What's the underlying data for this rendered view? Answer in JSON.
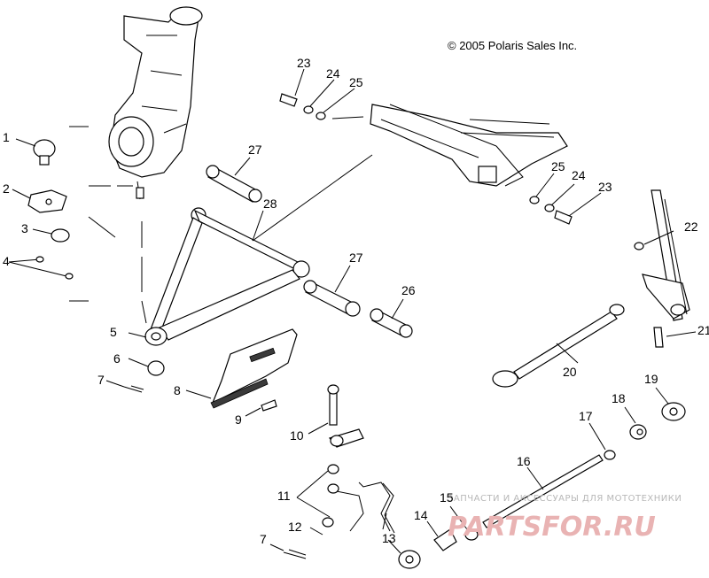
{
  "diagram": {
    "copyright": "© 2005 Polaris Sales Inc.",
    "watermark": {
      "small_text": "ЗАПЧАСТИ И АКСЕССУАРЫ ДЛЯ МОТОТЕХНИКИ",
      "logo_text": "PARTSFOR.RU"
    },
    "part_labels": {
      "p1": "1",
      "p2": "2",
      "p3": "3",
      "p4": "4",
      "p5": "5",
      "p6": "6",
      "p7a": "7",
      "p7b": "7",
      "p8": "8",
      "p9": "9",
      "p10": "10",
      "p11": "11",
      "p12": "12",
      "p13": "13",
      "p14": "14",
      "p15": "15",
      "p16": "16",
      "p17": "17",
      "p18": "18",
      "p19": "19",
      "p20": "20",
      "p21": "21",
      "p22": "22",
      "p23a": "23",
      "p23b": "23",
      "p24a": "24",
      "p24b": "24",
      "p25a": "25",
      "p25b": "25",
      "p26": "26",
      "p27a": "27",
      "p27b": "27",
      "p28": "28"
    }
  }
}
